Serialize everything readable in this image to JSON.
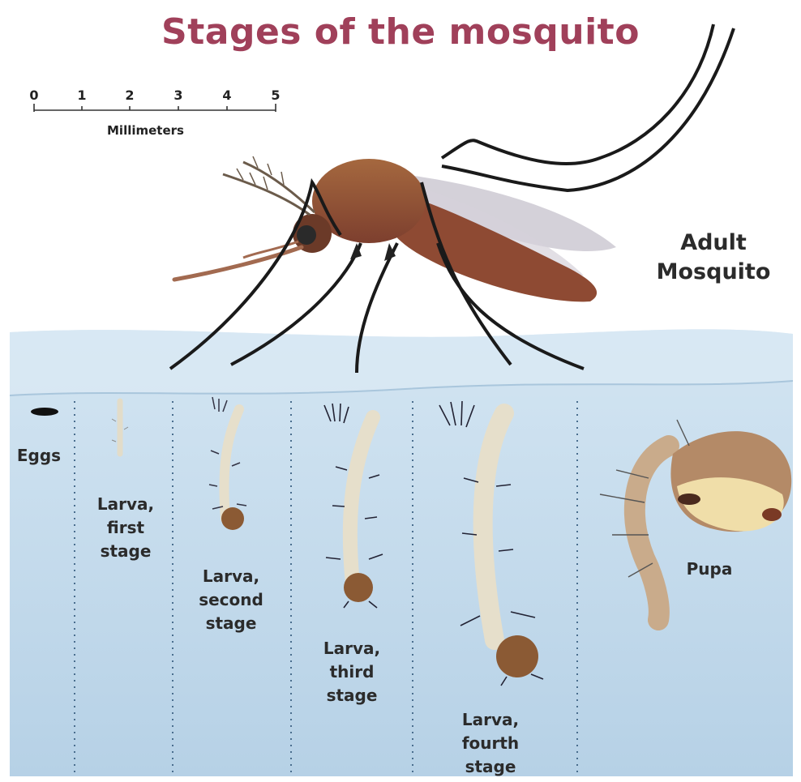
{
  "title": "Stages of the mosquito",
  "scale_bar": {
    "ticks": [
      "0",
      "1",
      "2",
      "3",
      "4",
      "5"
    ],
    "unit": "Millimeters"
  },
  "stages": {
    "adult": "Adult\nMosquito",
    "eggs": "Eggs",
    "larva_1": "Larva,\nfirst\nstage",
    "larva_2": "Larva,\nsecond\nstage",
    "larva_3": "Larva,\nthird\nstage",
    "larva_4": "Larva,\nfourth\nstage",
    "pupa": "Pupa"
  },
  "colors": {
    "title": "#a0405a",
    "water": "#bcd6ea",
    "water_surface": "#cfe2f1",
    "mosquito_body": "#9a5a3c",
    "larva_body": "#e9e2cf",
    "pupa_body": "#c4a383"
  }
}
